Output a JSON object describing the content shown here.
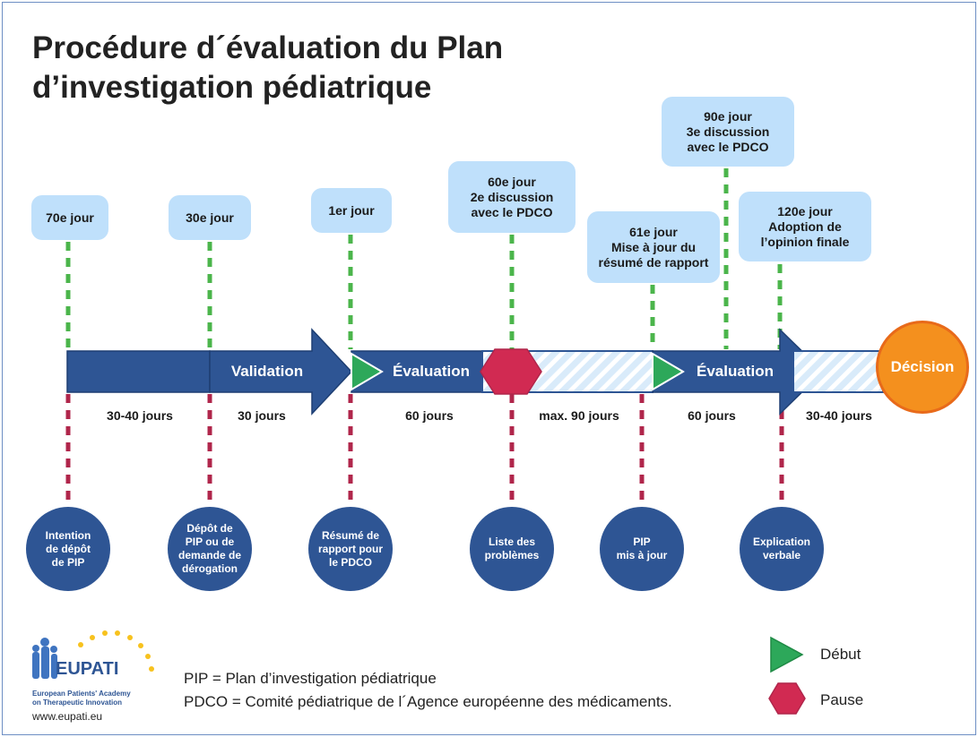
{
  "title": {
    "line1": "Procédure d´évaluation du Plan",
    "line2": "d’investigation pédiatrique"
  },
  "top_boxes": [
    {
      "lines": [
        "70e jour"
      ]
    },
    {
      "lines": [
        "30e jour"
      ]
    },
    {
      "lines": [
        "1er jour"
      ]
    },
    {
      "lines": [
        "60e jour",
        "2e discussion",
        "avec le PDCO"
      ]
    },
    {
      "lines": [
        "61e jour",
        "Mise à jour du",
        "résumé de rapport"
      ]
    },
    {
      "lines": [
        "90e jour",
        "3e discussion",
        "avec le PDCO"
      ]
    },
    {
      "lines": [
        "120e jour",
        "Adoption de",
        "l’opinion finale"
      ]
    }
  ],
  "arrow_labels": {
    "validation": "Validation",
    "evaluation_1": "Évaluation",
    "evaluation_2": "Évaluation",
    "decision": "Décision"
  },
  "durations": [
    "30-40 jours",
    "30 jours",
    "60 jours",
    "max. 90 jours",
    "60 jours",
    "30-40 jours"
  ],
  "bottom_circles": [
    {
      "lines": [
        "Intention",
        "de dépôt",
        "de PIP"
      ]
    },
    {
      "lines": [
        "Dépôt de",
        "PIP ou de",
        "demande de",
        "dérogation"
      ]
    },
    {
      "lines": [
        "Résumé de",
        "rapport pour",
        "le PDCO"
      ]
    },
    {
      "lines": [
        "Liste des",
        "problèmes"
      ]
    },
    {
      "lines": [
        "PIP",
        "mis à jour"
      ]
    },
    {
      "lines": [
        "Explication",
        "verbale"
      ]
    }
  ],
  "legend": {
    "pip": "PIP = Plan d’investigation pédiatrique",
    "pdco": "PDCO = Comité pédiatrique de l´Agence européenne des médicaments.",
    "start_label": "Début",
    "pause_label": "Pause"
  },
  "logo": {
    "word": "EUPATI",
    "sub1": "European Patients' Academy",
    "sub2": "on Therapeutic Innovation",
    "url": "www.eupati.eu"
  },
  "colors": {
    "arrow_blue": "#2e5594",
    "box_blue": "#bfe0fb",
    "green_dash": "#4bb54b",
    "red_dash": "#b0264b",
    "start_green": "#2da85a",
    "pause_red": "#d12a52",
    "decision_orange": "#f4901e"
  }
}
